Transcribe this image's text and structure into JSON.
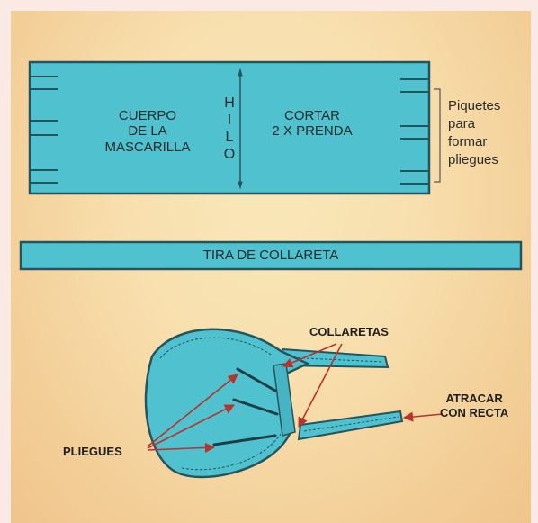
{
  "colors": {
    "panel_fill": "#4fc1cf",
    "panel_stroke": "#26545c",
    "arrow_red": "#b8332a",
    "text": "#2a2a2a",
    "background": "#f8dfae"
  },
  "pattern_piece": {
    "body_label": [
      "CUERPO",
      "DE LA",
      "MASCARILLA"
    ],
    "grain_letters": [
      "H",
      "I",
      "L",
      "O"
    ],
    "cut_label": [
      "CORTAR",
      "2 X PRENDA"
    ]
  },
  "notches_note": [
    "Piquetes",
    "para",
    "formar",
    "pliegues"
  ],
  "strip": {
    "label": "TIRA DE COLLARETA"
  },
  "mask_callouts": {
    "collaretas": "COLLARETAS",
    "atracar": [
      "ATRACAR",
      "CON RECTA"
    ],
    "pliegues": "PLIEGUES"
  }
}
